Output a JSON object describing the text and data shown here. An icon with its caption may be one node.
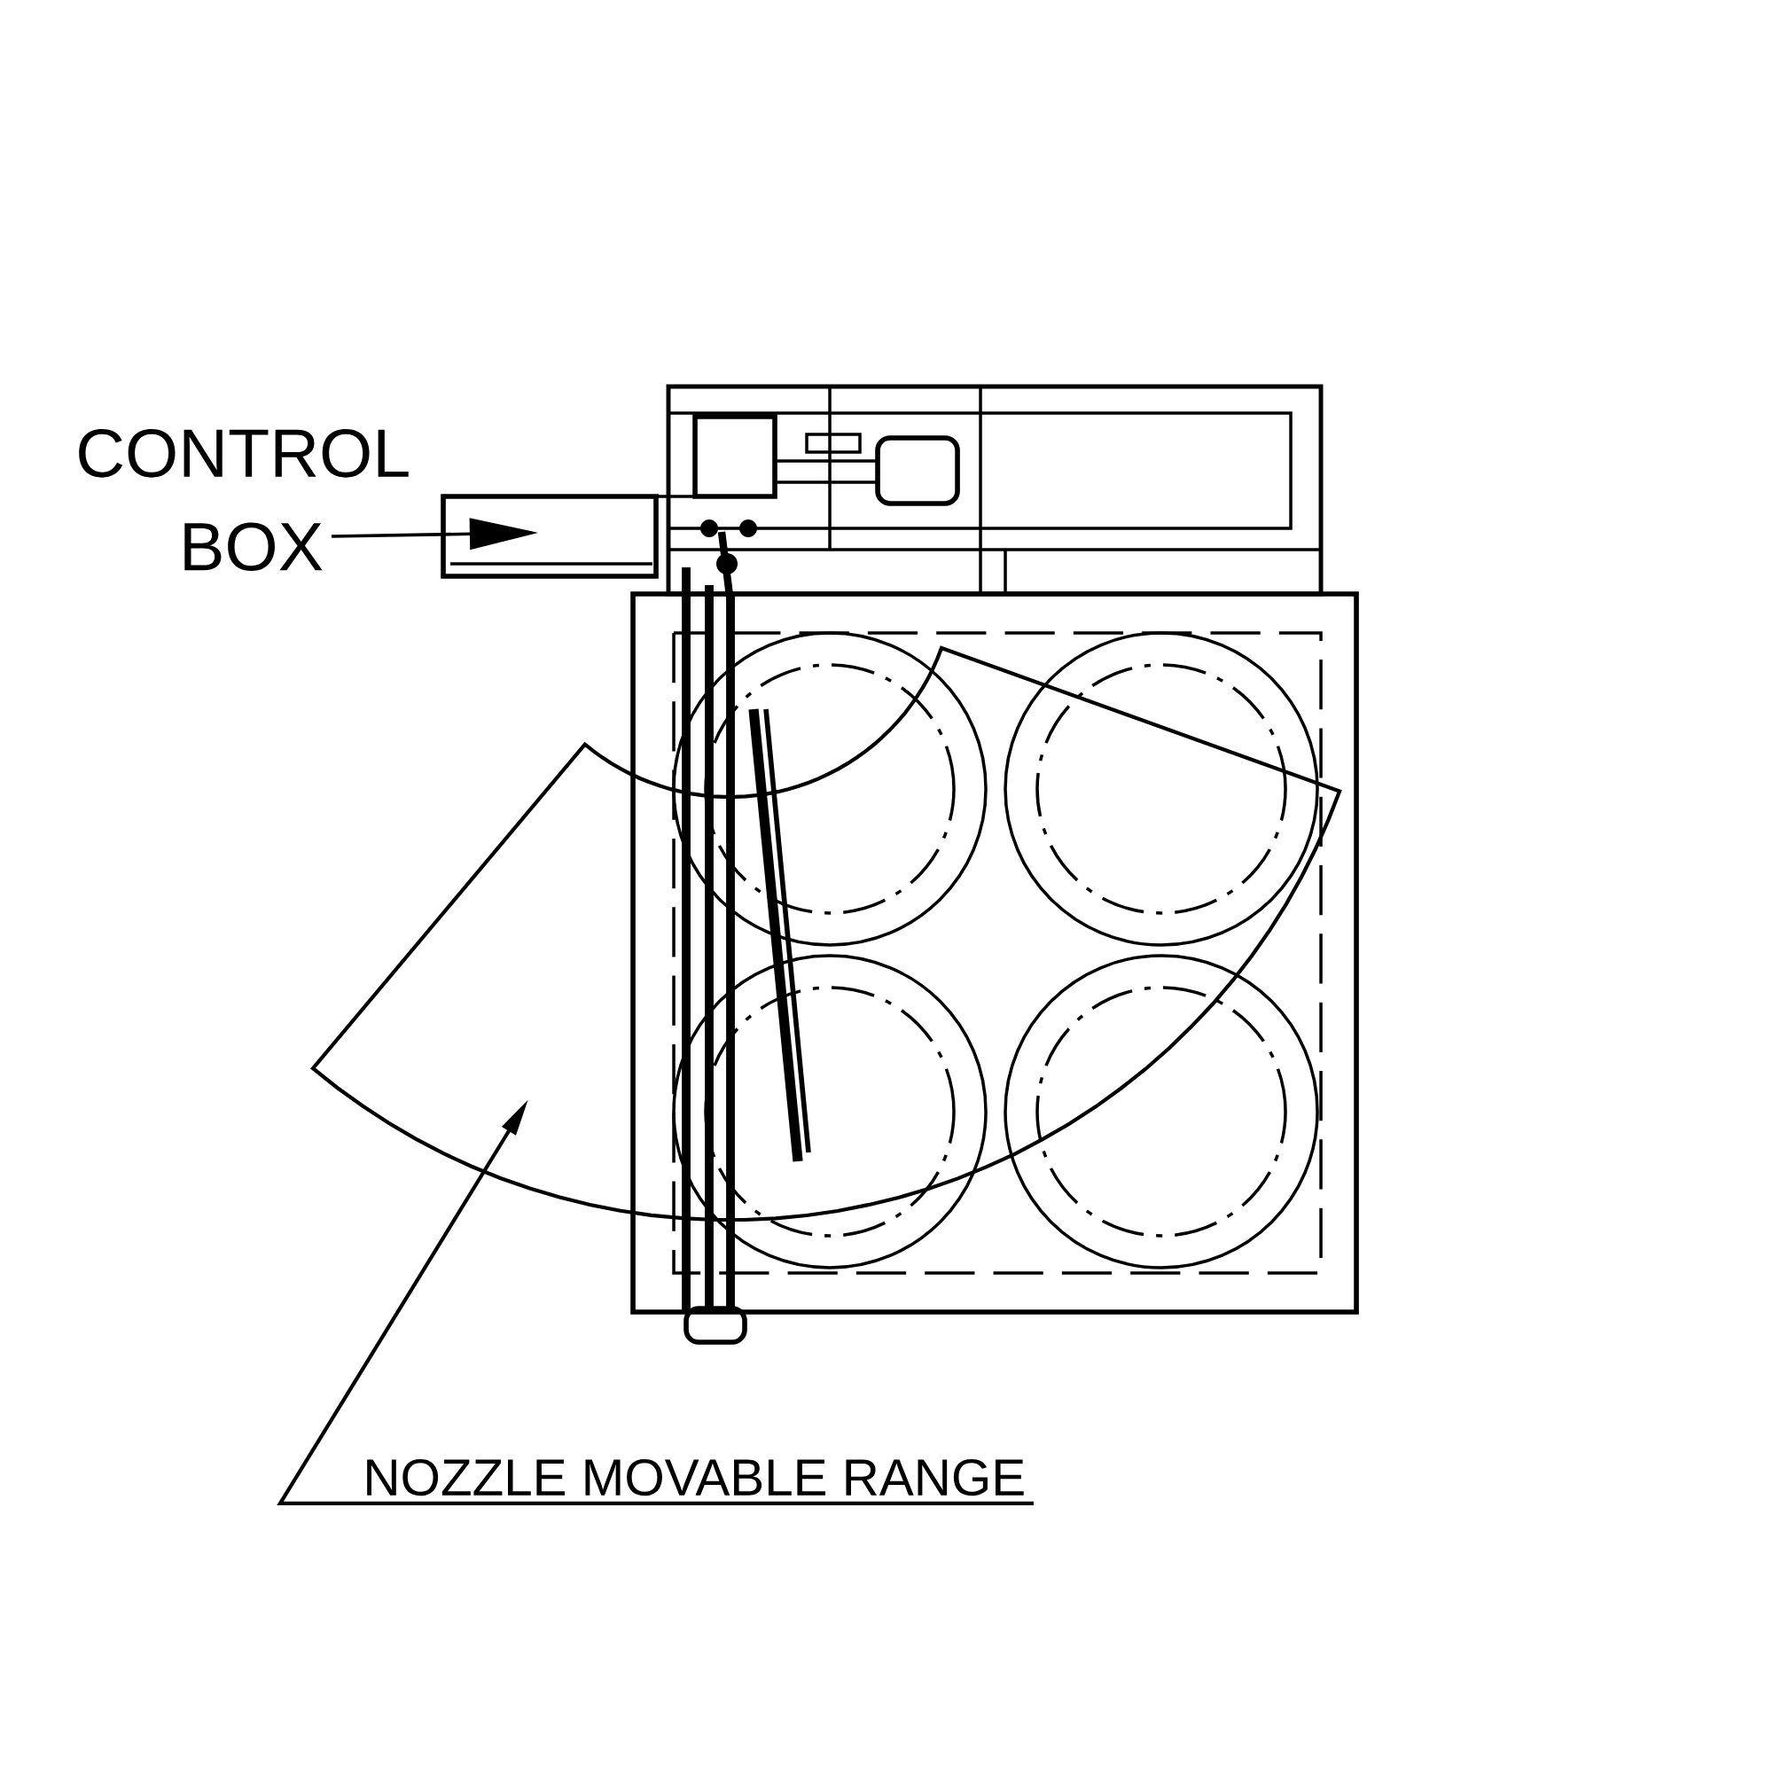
{
  "diagram": {
    "nodes": [
      {
        "text": [
          "CONTROL BOX"
        ]
      },
      {
        "text": [],
        "shape": "box"
      },
      {
        "text": [
          "NOZZLE MOVABLE RANGE"
        ]
      },
      {
        "text": [],
        "shape": "sector"
      }
    ],
    "edges": [
      {
        "from": 0,
        "to": 1,
        "arrow": "to"
      },
      {
        "from": 2,
        "to": 3,
        "arrow": "to"
      }
    ]
  }
}
